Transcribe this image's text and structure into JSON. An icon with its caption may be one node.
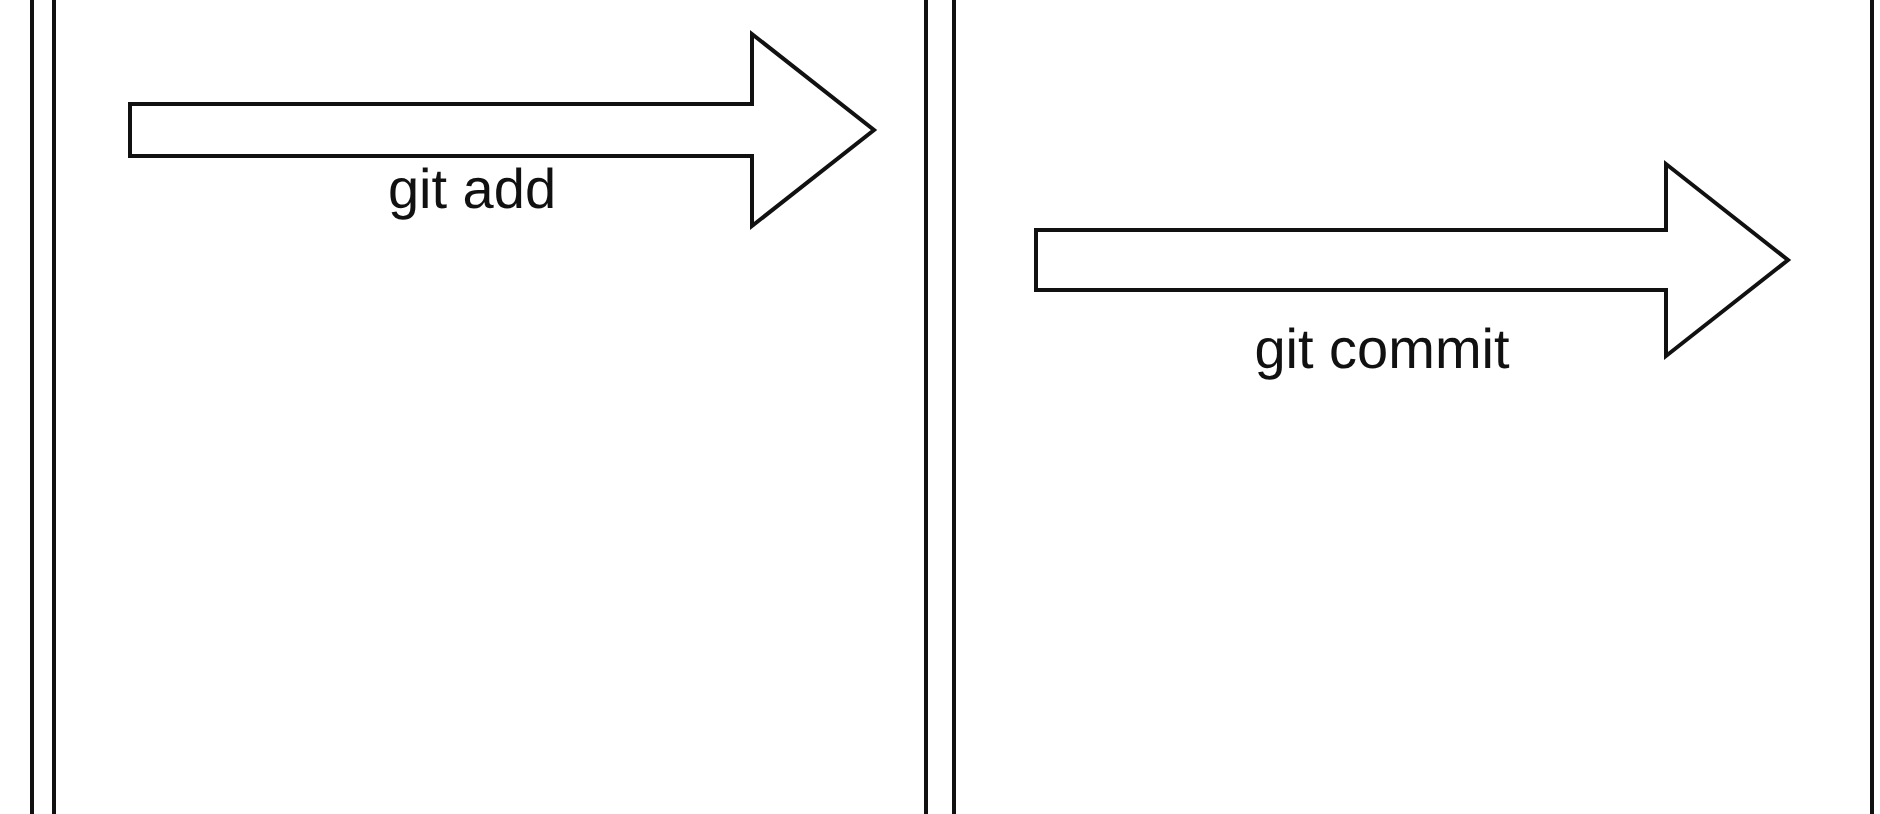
{
  "diagram": {
    "nodes": [
      {
        "text": [],
        "shape": "bar"
      },
      {
        "text": [],
        "shape": "bar"
      },
      {
        "text": [],
        "shape": "bar"
      }
    ],
    "edges": [
      {
        "from": 0,
        "to": 1,
        "arrow": "to",
        "style": "thick",
        "label": "git add"
      },
      {
        "from": 1,
        "to": 2,
        "arrow": "to",
        "style": "thick",
        "label": "git commit"
      }
    ]
  }
}
